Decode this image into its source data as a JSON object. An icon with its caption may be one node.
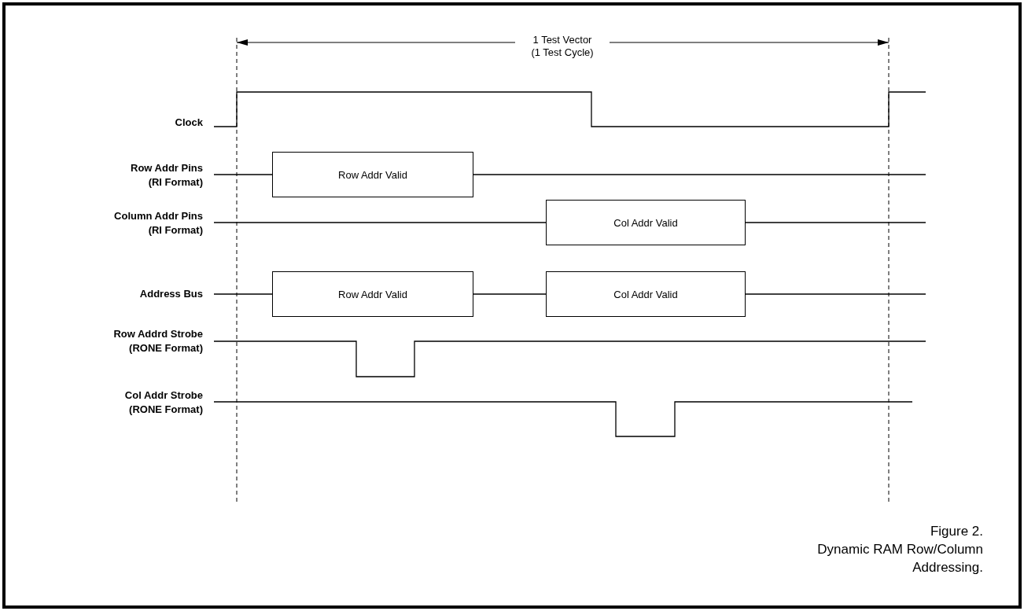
{
  "diagram": {
    "caption": "Figure 2. Dynamic RAM Row/Column Addressing.",
    "nodes": [
      {
        "text": [
          "Row Addr Valid"
        ]
      },
      {
        "text": [
          "Col Addr Valid"
        ]
      },
      {
        "text": [
          "Row Addr Valid"
        ]
      },
      {
        "text": [
          "Col Addr Valid"
        ]
      }
    ],
    "labels": [
      "1 Test Vector (1 Test Cycle)",
      "Clock",
      "Row Addr Pins (RI Format)",
      "Column Addr Pins (RI Format)",
      "Address Bus",
      "Row Addrd Strobe (RONE Format)",
      "Col Addr Strobe (RONE Format)"
    ]
  }
}
